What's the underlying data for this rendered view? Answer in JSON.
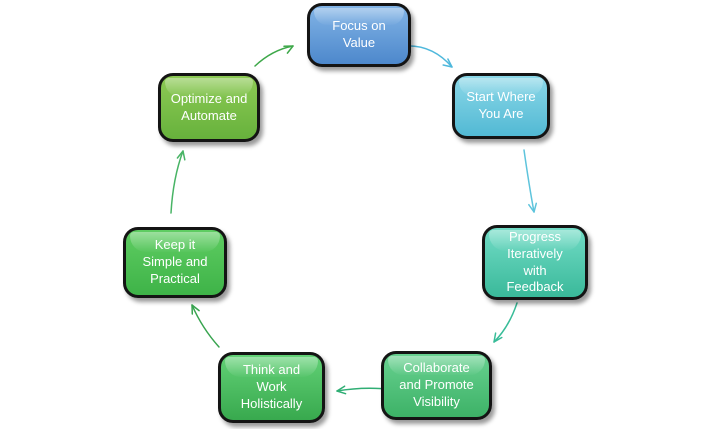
{
  "diagram": {
    "type": "cycle",
    "background": "#ffffff",
    "text_color": "#ffffff",
    "border_color": "#141414",
    "nodes": [
      {
        "id": "focus-on-value",
        "label": "Focus on\nValue",
        "fill_top": "#82b4e6",
        "fill_bottom": "#4d88cc"
      },
      {
        "id": "start-where-you-are",
        "label": "Start Where\nYou Are",
        "fill_top": "#8cd8e8",
        "fill_bottom": "#52b9d4"
      },
      {
        "id": "progress-iteratively-with-feedback",
        "label": "Progress\nIteratively\nwith\nFeedback",
        "fill_top": "#72dcc6",
        "fill_bottom": "#3ab99a"
      },
      {
        "id": "collaborate-and-promote-visibility",
        "label": "Collaborate\nand Promote\nVisibility",
        "fill_top": "#68d190",
        "fill_bottom": "#3db267"
      },
      {
        "id": "think-and-work-holistically",
        "label": "Think and\nWork\nHolistically",
        "fill_top": "#62d176",
        "fill_bottom": "#38a94e"
      },
      {
        "id": "keep-it-simple-and-practical",
        "label": "Keep it\nSimple and\nPractical",
        "fill_top": "#5fcd62",
        "fill_bottom": "#3eb348"
      },
      {
        "id": "optimize-and-automate",
        "label": "Optimize and\nAutomate",
        "fill_top": "#8dca55",
        "fill_bottom": "#67b23c"
      }
    ],
    "arrows": [
      {
        "id": "arrow-focus-to-start",
        "from": "focus-on-value",
        "to": "start-where-you-are",
        "color": "#4fb8dc"
      },
      {
        "id": "arrow-start-to-progress",
        "from": "start-where-you-are",
        "to": "progress-iteratively-with-feedback",
        "color": "#5ec4dc"
      },
      {
        "id": "arrow-progress-to-collaborate",
        "from": "progress-iteratively-with-feedback",
        "to": "collaborate-and-promote-visibility",
        "color": "#38bc98"
      },
      {
        "id": "arrow-collaborate-to-think",
        "from": "collaborate-and-promote-visibility",
        "to": "think-and-work-holistically",
        "color": "#2fae74"
      },
      {
        "id": "arrow-think-to-keep",
        "from": "think-and-work-holistically",
        "to": "keep-it-simple-and-practical",
        "color": "#38a44f"
      },
      {
        "id": "arrow-keep-to-optimize",
        "from": "keep-it-simple-and-practical",
        "to": "optimize-and-automate",
        "color": "#48b465"
      },
      {
        "id": "arrow-optimize-to-focus",
        "from": "optimize-and-automate",
        "to": "focus-on-value",
        "color": "#3ea84a"
      }
    ]
  }
}
